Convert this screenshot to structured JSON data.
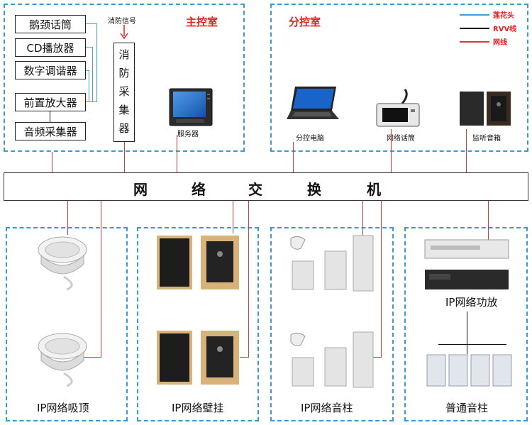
{
  "rooms": {
    "main_control": "主控室",
    "sub_control": "分控室"
  },
  "main_devices": [
    "鹅颈话筒",
    "CD播放器",
    "数字调谐器",
    "前置放大器",
    "音频采集器"
  ],
  "fire_signal_label": "消防信号",
  "fire_collector_chars": [
    "消",
    "防",
    "采",
    "集",
    "器"
  ],
  "server_label": "服务器",
  "sub_devices": {
    "pc": "分控电脑",
    "mic": "网络话筒",
    "monitor": "监听音箱"
  },
  "switch_chars": [
    "网",
    "络",
    "交",
    "换",
    "机"
  ],
  "legend": [
    {
      "label": "莲花头",
      "color": "#3aa0d8"
    },
    {
      "label": "RVV线",
      "color": "#111111"
    },
    {
      "label": "网线",
      "color": "#d23b3b"
    }
  ],
  "zones": {
    "ceiling": "IP网络吸顶",
    "wall": "IP网络壁挂",
    "column": "IP网络音柱",
    "normal": "普通音柱",
    "amp": "IP网络功放"
  }
}
